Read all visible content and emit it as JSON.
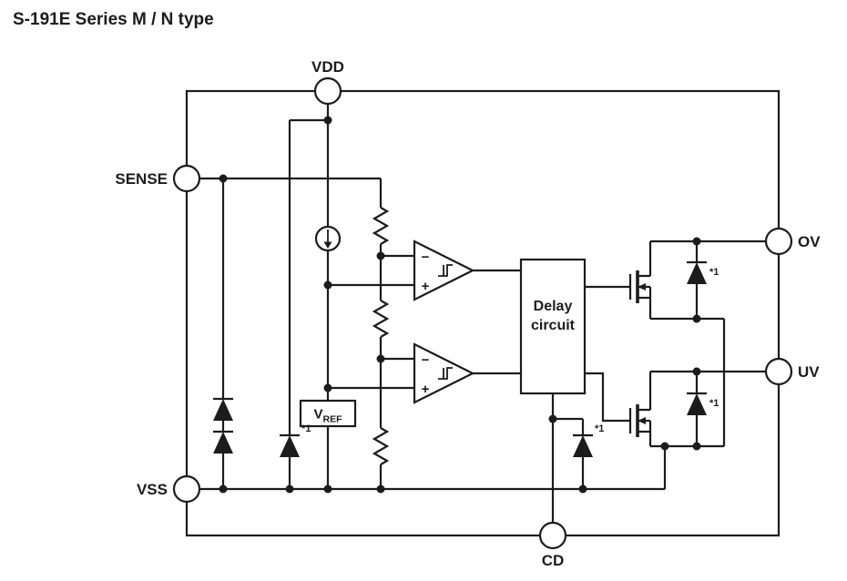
{
  "title": "S-191E Series M / N type",
  "colors": {
    "line": "#1c1c1c",
    "background": "#ffffff"
  },
  "pins": {
    "vdd": "VDD",
    "sense": "SENSE",
    "vss": "VSS",
    "ov": "OV",
    "uv": "UV",
    "cd": "CD"
  },
  "blocks": {
    "delay": {
      "line1": "Delay",
      "line2": "circuit"
    },
    "vref": {
      "base": "V",
      "sub": "REF"
    }
  },
  "comparators": {
    "minus": "−",
    "plus": "+"
  },
  "footnote_marker": "*1"
}
